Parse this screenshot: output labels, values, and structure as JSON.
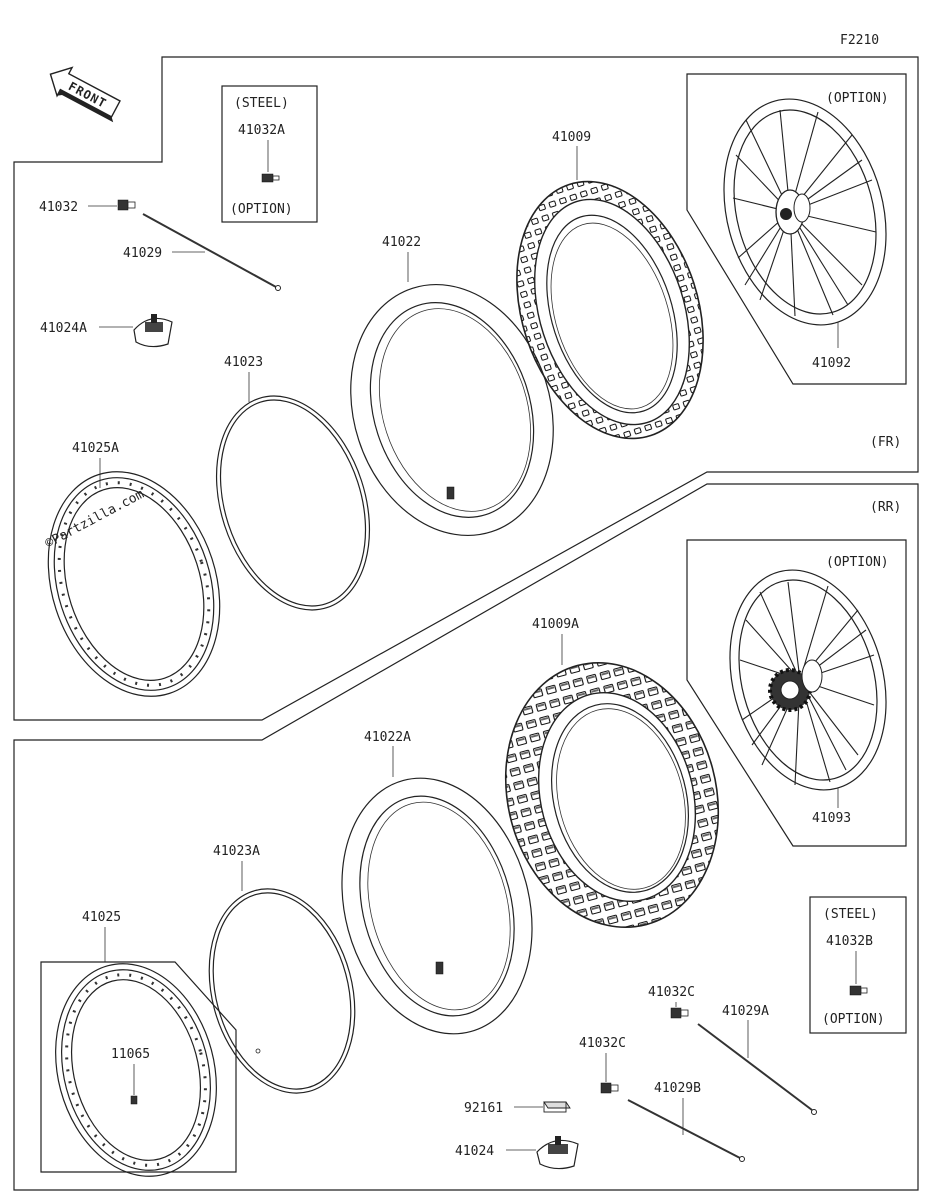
{
  "figure_code": "F2210",
  "front_arrow_label": "FRONT",
  "watermark": "©Partzilla.com",
  "sections": {
    "front": "(FR)",
    "rear": "(RR)"
  },
  "boxes": {
    "steel_front": {
      "top": "(STEEL)",
      "part": "41032A",
      "bottom": "(OPTION)"
    },
    "steel_rear": {
      "top": "(STEEL)",
      "part": "41032B",
      "bottom": "(OPTION)"
    },
    "option_front_wheel": {
      "top": "(OPTION)",
      "part": "41092"
    },
    "option_rear_wheel": {
      "top": "(OPTION)",
      "part": "41093"
    }
  },
  "parts": {
    "p41032": "41032",
    "p41029": "41029",
    "p41024A": "41024A",
    "p41022": "41022",
    "p41009": "41009",
    "p41023": "41023",
    "p41025A": "41025A",
    "p41009A": "41009A",
    "p41022A": "41022A",
    "p41023A": "41023A",
    "p41025": "41025",
    "p11065": "11065",
    "p41032C_upper": "41032C",
    "p41029A": "41029A",
    "p41032C_lower": "41032C",
    "p41029B": "41029B",
    "p92161": "92161",
    "p41024": "41024"
  }
}
